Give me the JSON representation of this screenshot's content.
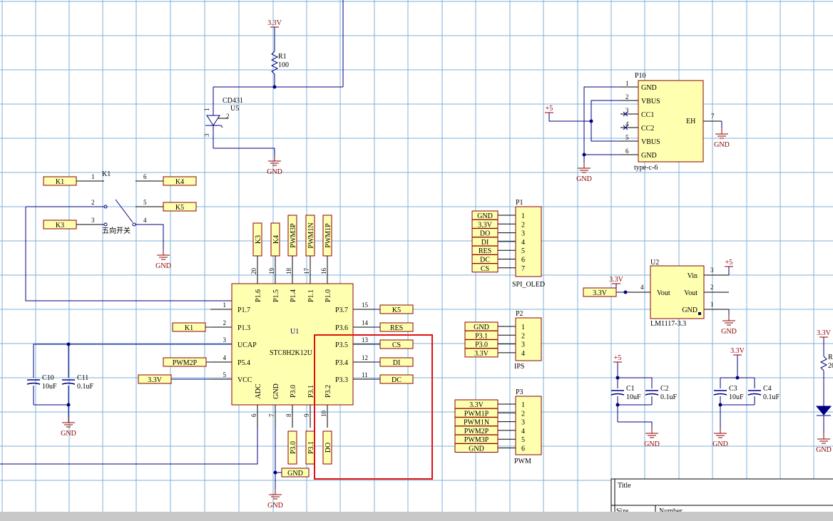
{
  "colors": {
    "grid": "#7fb2d8",
    "wire": "#000080",
    "part_fill": "#ffffb0",
    "part_stroke": "#8b0000",
    "power": "#8b0000",
    "designator": "#000080",
    "selection": "#e01010"
  },
  "power": {
    "v33": "3.3V",
    "v5": "+5",
    "gnd": "GND"
  },
  "r1": {
    "ref": "R1",
    "value": "100"
  },
  "u5": {
    "value": "CD431",
    "ref": "U5",
    "pins": [
      "1",
      "2",
      "3"
    ]
  },
  "k1": {
    "ref": "K1",
    "caption": "五向开关",
    "pins": [
      "1",
      "2",
      "3",
      "4",
      "5",
      "6"
    ],
    "net_left": [
      "K1",
      "K3"
    ],
    "net_right": [
      "K4",
      "K5"
    ]
  },
  "u1": {
    "ref": "U1",
    "part": "STC8H2K12U",
    "left_pins": [
      {
        "num": "1",
        "name": "P1.7",
        "net": ""
      },
      {
        "num": "2",
        "name": "P1.3",
        "net": "K1"
      },
      {
        "num": "3",
        "name": "UCAP",
        "net": ""
      },
      {
        "num": "4",
        "name": "P5.4",
        "net": "PWM2P"
      },
      {
        "num": "5",
        "name": "VCC",
        "net": "3.3V"
      }
    ],
    "right_pins": [
      {
        "num": "15",
        "name": "P3.7",
        "net": "K5"
      },
      {
        "num": "14",
        "name": "P3.6",
        "net": "RES"
      },
      {
        "num": "13",
        "name": "P3.5",
        "net": "CS"
      },
      {
        "num": "12",
        "name": "P3.4",
        "net": "DI"
      },
      {
        "num": "11",
        "name": "P3.3",
        "net": "DC"
      }
    ],
    "top_pins": [
      {
        "num": "20",
        "name": "P1.6",
        "net": "K3"
      },
      {
        "num": "19",
        "name": "P1.5",
        "net": "K4"
      },
      {
        "num": "18",
        "name": "P1.4",
        "net": "PWM3P"
      },
      {
        "num": "17",
        "name": "P1.1",
        "net": "PWM1N"
      },
      {
        "num": "16",
        "name": "P1.0",
        "net": "PWM1P"
      }
    ],
    "bottom_pins": [
      {
        "num": "6",
        "name": "ADC",
        "net": ""
      },
      {
        "num": "7",
        "name": "GND",
        "net": ""
      },
      {
        "num": "8",
        "name": "P3.0",
        "net": "P3.0"
      },
      {
        "num": "9",
        "name": "P3.1",
        "net": "P3.1"
      },
      {
        "num": "10",
        "name": "P3.2",
        "net": "DO"
      }
    ],
    "gnd_net": "GND"
  },
  "c10": {
    "ref": "C10",
    "value": "10uF"
  },
  "c11": {
    "ref": "C11",
    "value": "0.1uF"
  },
  "p1": {
    "ref": "P1",
    "caption": "SPI_OLED",
    "nets": [
      "GND",
      "3.3V",
      "DO",
      "DI",
      "RES",
      "DC",
      "CS"
    ],
    "pins": [
      "1",
      "2",
      "3",
      "4",
      "5",
      "6",
      "7"
    ]
  },
  "p2": {
    "ref": "P2",
    "caption": "IPS",
    "nets": [
      "GND",
      "P3.1",
      "P3.0",
      "3.3V"
    ],
    "pins": [
      "1",
      "2",
      "3",
      "4"
    ]
  },
  "p3": {
    "ref": "P3",
    "caption": "PWM",
    "nets": [
      "3.3V",
      "PWM1P",
      "PWM1N",
      "PWM2P",
      "PWM3P",
      "GND"
    ],
    "pins": [
      "1",
      "2",
      "3",
      "4",
      "5",
      "6"
    ]
  },
  "p10": {
    "ref": "P10",
    "caption": "type-c-6",
    "pins": [
      {
        "num": "1",
        "name": "GND"
      },
      {
        "num": "2",
        "name": "VBUS"
      },
      {
        "num": "3",
        "name": "CC1"
      },
      {
        "num": "4",
        "name": "CC2"
      },
      {
        "num": "5",
        "name": "VBUS"
      },
      {
        "num": "6",
        "name": "GND"
      }
    ],
    "eh_name": "EH",
    "eh_num": "7"
  },
  "u2": {
    "ref": "U2",
    "part": "LM1117-3.3",
    "vin": "Vin",
    "vout_left": "Vout",
    "vout_right": "Vout",
    "gnd": "GND",
    "pin_vin": "3",
    "pin_vout": "2",
    "pin_gnd": "1",
    "pin_left": "4",
    "net_in": "3.3V"
  },
  "c1": {
    "ref": "C1",
    "value": "10uF"
  },
  "c2": {
    "ref": "C2",
    "value": "0.1uF"
  },
  "c3": {
    "ref": "C3",
    "value": "10uF"
  },
  "c4": {
    "ref": "C4",
    "value": "0.1uF"
  },
  "edge": {
    "r_ref": "R",
    "r_val": "20"
  },
  "title_block": {
    "title": "Title",
    "size": "Size",
    "number": "Number"
  }
}
